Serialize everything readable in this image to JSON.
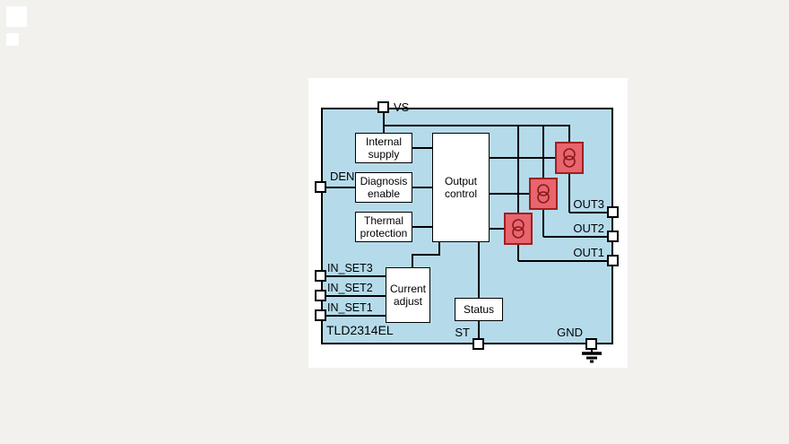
{
  "diagram": {
    "part_label": "TLD2314EL",
    "blocks": {
      "internal_supply": "Internal\nsupply",
      "diagnosis_enable": "Diagnosis\nenable",
      "thermal_protection": "Thermal\nprotection",
      "output_control": "Output\ncontrol",
      "current_adjust": "Current\nadjust",
      "status": "Status"
    },
    "pins": {
      "vs": "VS",
      "den": "DEN",
      "in_set3": "IN_SET3",
      "in_set2": "IN_SET2",
      "in_set1": "IN_SET1",
      "out3": "OUT3",
      "out2": "OUT2",
      "out1": "OUT1",
      "st": "ST",
      "gnd": "GND"
    },
    "colors": {
      "diagram_bg": "#b5dbeb",
      "panel_bg": "#ffffff",
      "page_bg": "#f3f1ee",
      "wire": "#000000",
      "current_source_fill": "#e8656d",
      "current_source_border": "#9e2020",
      "current_source_symbol": "#8a1a1a"
    }
  }
}
